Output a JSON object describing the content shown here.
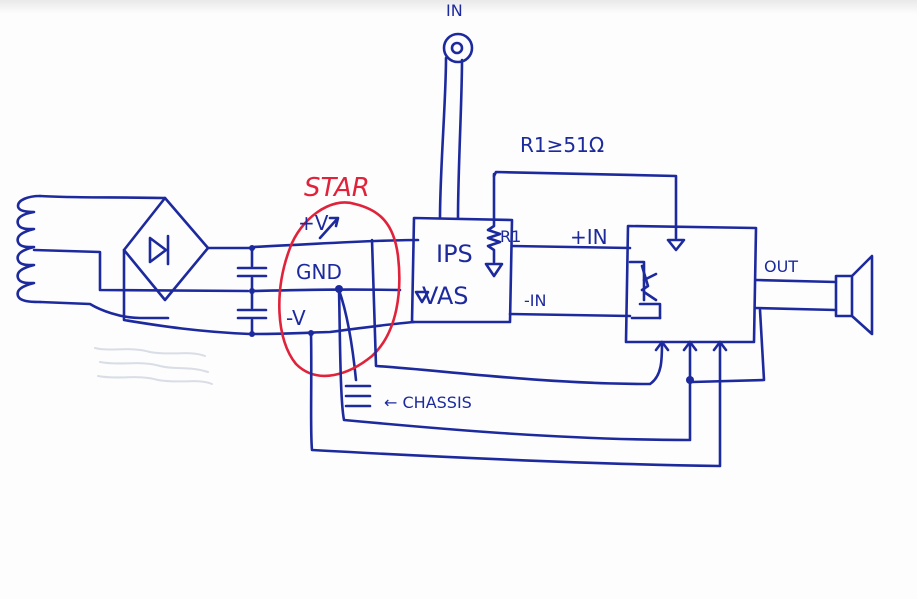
{
  "labels": {
    "input": "IN",
    "r1_value": "R1≥51Ω",
    "star": "STAR",
    "plus_v": "+V",
    "gnd": "GND",
    "minus_v": "-V",
    "ips": "IPS",
    "vas": "VAS",
    "r1": "R1",
    "plus_in": "+IN",
    "minus_in": "-IN",
    "out": "OUT",
    "chassis": "← CHASSIS"
  },
  "colors": {
    "ink": "#1d2a9e",
    "star_ink": "#e0223b",
    "paper": "#fdfdfd"
  }
}
